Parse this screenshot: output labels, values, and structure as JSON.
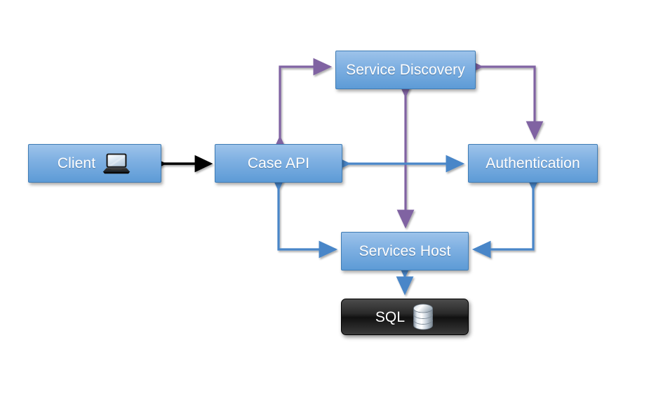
{
  "diagram": {
    "title": "Microservices architecture diagram",
    "background": "#ffffff",
    "colors": {
      "node_blue_light": "#9dc3ea",
      "node_blue_dark": "#5d9bd6",
      "node_border": "#3f7cb5",
      "node_dark_fill": "#111111",
      "arrow_purple": "#8064a2",
      "arrow_blue": "#4a86c8",
      "arrow_black": "#000000",
      "label_text": "#ffffff"
    },
    "nodes": [
      {
        "id": "client",
        "label": "Client",
        "style": "blue",
        "icon": "laptop-icon"
      },
      {
        "id": "case-api",
        "label": "Case API",
        "style": "blue",
        "icon": ""
      },
      {
        "id": "service-discovery",
        "label": "Service Discovery",
        "style": "blue",
        "icon": ""
      },
      {
        "id": "authentication",
        "label": "Authentication",
        "style": "blue",
        "icon": ""
      },
      {
        "id": "services-host",
        "label": "Services Host",
        "style": "blue",
        "icon": ""
      },
      {
        "id": "sql",
        "label": "SQL",
        "style": "dark",
        "icon": "database-icon"
      }
    ],
    "connections": [
      {
        "id": "client-case-api",
        "from": "client",
        "to": "case-api",
        "color": "#000000",
        "arrows": "both",
        "shape": "straight-horizontal"
      },
      {
        "id": "case-api-service-discovery",
        "from": "case-api",
        "to": "service-discovery",
        "color": "#8064a2",
        "arrows": "both-ends",
        "shape": "elbow-left"
      },
      {
        "id": "service-discovery-auth",
        "from": "service-discovery",
        "to": "authentication",
        "color": "#8064a2",
        "arrows": "both-ends",
        "shape": "elbow-right"
      },
      {
        "id": "service-discovery-services-host",
        "from": "service-discovery",
        "to": "services-host",
        "color": "#8064a2",
        "arrows": "both",
        "shape": "straight-vertical"
      },
      {
        "id": "case-api-authentication",
        "from": "case-api",
        "to": "authentication",
        "color": "#4a86c8",
        "arrows": "both",
        "shape": "straight-horizontal"
      },
      {
        "id": "case-api-services-host",
        "from": "case-api",
        "to": "services-host",
        "color": "#4a86c8",
        "arrows": "both-ends",
        "shape": "elbow-left"
      },
      {
        "id": "authentication-services-host",
        "from": "authentication",
        "to": "services-host",
        "color": "#4a86c8",
        "arrows": "both-ends",
        "shape": "elbow-right"
      },
      {
        "id": "services-host-sql",
        "from": "services-host",
        "to": "sql",
        "color": "#4a86c8",
        "arrows": "both",
        "shape": "straight-vertical"
      }
    ]
  }
}
